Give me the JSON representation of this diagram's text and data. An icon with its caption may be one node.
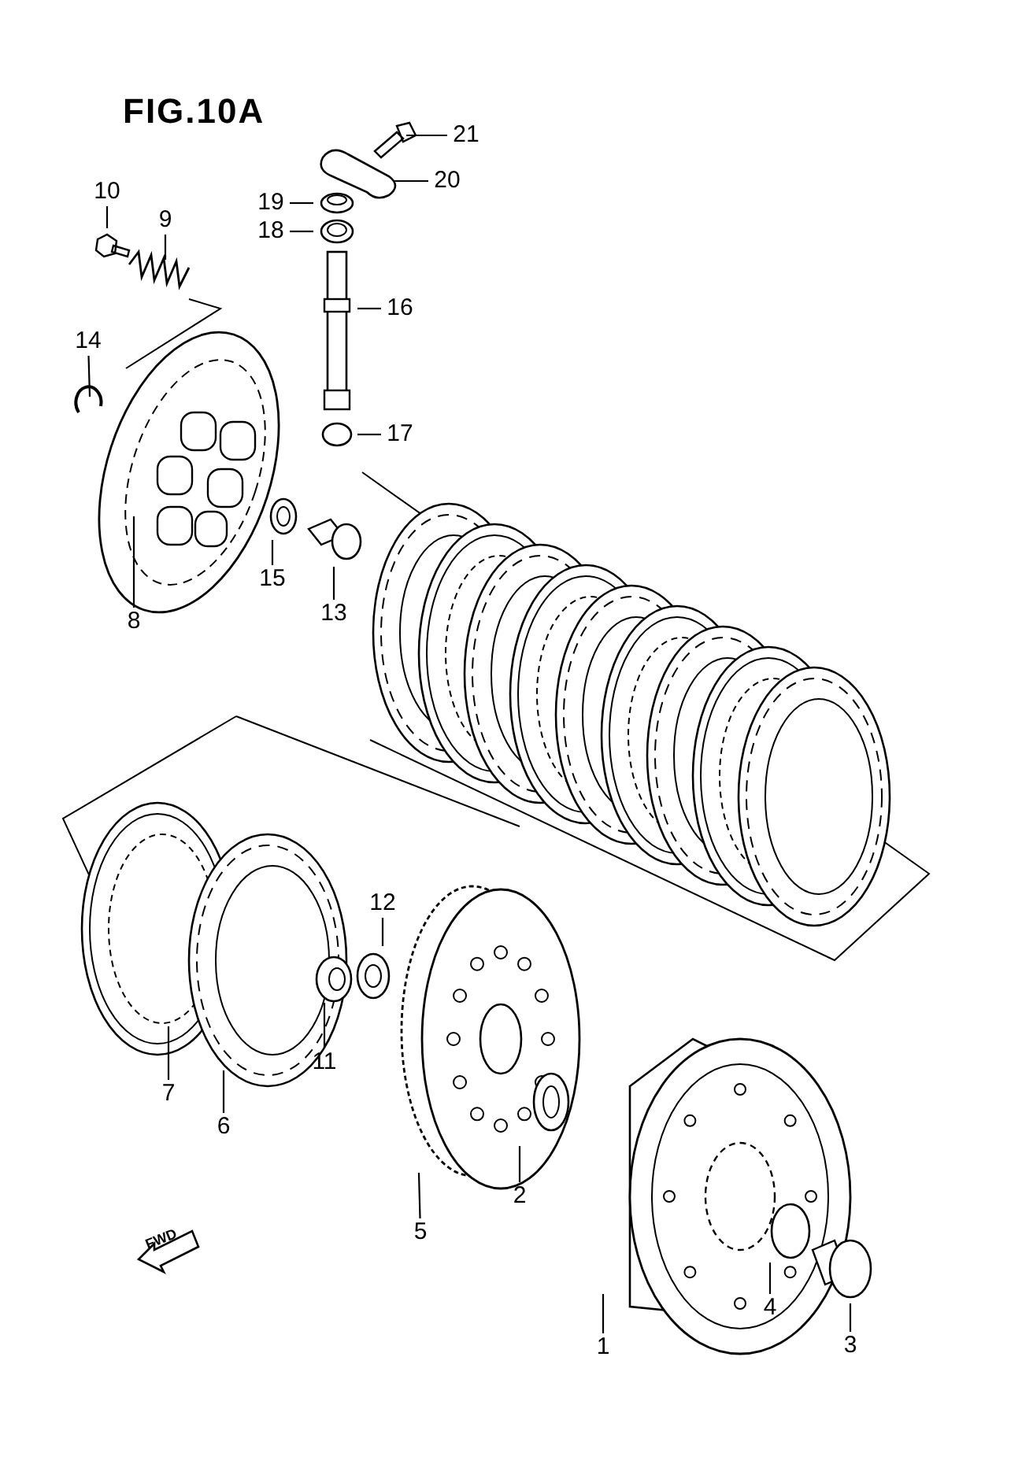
{
  "diagram": {
    "title": "FIG.10A",
    "nodes": [
      {
        "text": [
          "21"
        ]
      },
      {
        "text": [
          "20"
        ]
      },
      {
        "text": [
          "10"
        ]
      },
      {
        "text": [
          "19"
        ]
      },
      {
        "text": [
          "9"
        ]
      },
      {
        "text": [
          "18"
        ]
      },
      {
        "text": [
          "16"
        ]
      },
      {
        "text": [
          "14"
        ]
      },
      {
        "text": [
          "17"
        ]
      },
      {
        "text": [
          "15"
        ]
      },
      {
        "text": [
          "8"
        ]
      },
      {
        "text": [
          "13"
        ]
      },
      {
        "text": [
          "12"
        ]
      },
      {
        "text": [
          "11"
        ]
      },
      {
        "text": [
          "7"
        ]
      },
      {
        "text": [
          "6"
        ]
      },
      {
        "text": [
          "2"
        ]
      },
      {
        "text": [
          "5"
        ]
      },
      {
        "text": [
          "4"
        ]
      },
      {
        "text": [
          "1"
        ]
      },
      {
        "text": [
          "3"
        ]
      }
    ],
    "edges": [
      {
        "from": 0,
        "to": null,
        "arrow": "none"
      },
      {
        "from": 1,
        "to": null,
        "arrow": "none"
      },
      {
        "from": 2,
        "to": null,
        "arrow": "none"
      },
      {
        "from": 3,
        "to": null,
        "arrow": "none"
      },
      {
        "from": 4,
        "to": null,
        "arrow": "none"
      },
      {
        "from": 5,
        "to": null,
        "arrow": "none"
      },
      {
        "from": 6,
        "to": null,
        "arrow": "none"
      },
      {
        "from": 7,
        "to": null,
        "arrow": "none"
      },
      {
        "from": 8,
        "to": null,
        "arrow": "none"
      },
      {
        "from": 9,
        "to": null,
        "arrow": "none"
      },
      {
        "from": 10,
        "to": null,
        "arrow": "none"
      },
      {
        "from": 11,
        "to": null,
        "arrow": "none"
      },
      {
        "from": 12,
        "to": null,
        "arrow": "none"
      },
      {
        "from": 13,
        "to": null,
        "arrow": "none"
      },
      {
        "from": 14,
        "to": null,
        "arrow": "none"
      },
      {
        "from": 15,
        "to": null,
        "arrow": "none"
      },
      {
        "from": 16,
        "to": null,
        "arrow": "none"
      },
      {
        "from": 17,
        "to": null,
        "arrow": "none"
      },
      {
        "from": 18,
        "to": null,
        "arrow": "none"
      },
      {
        "from": 19,
        "to": null,
        "arrow": "none"
      },
      {
        "from": 20,
        "to": null,
        "arrow": "none"
      }
    ],
    "labels": [
      "FWD"
    ]
  }
}
